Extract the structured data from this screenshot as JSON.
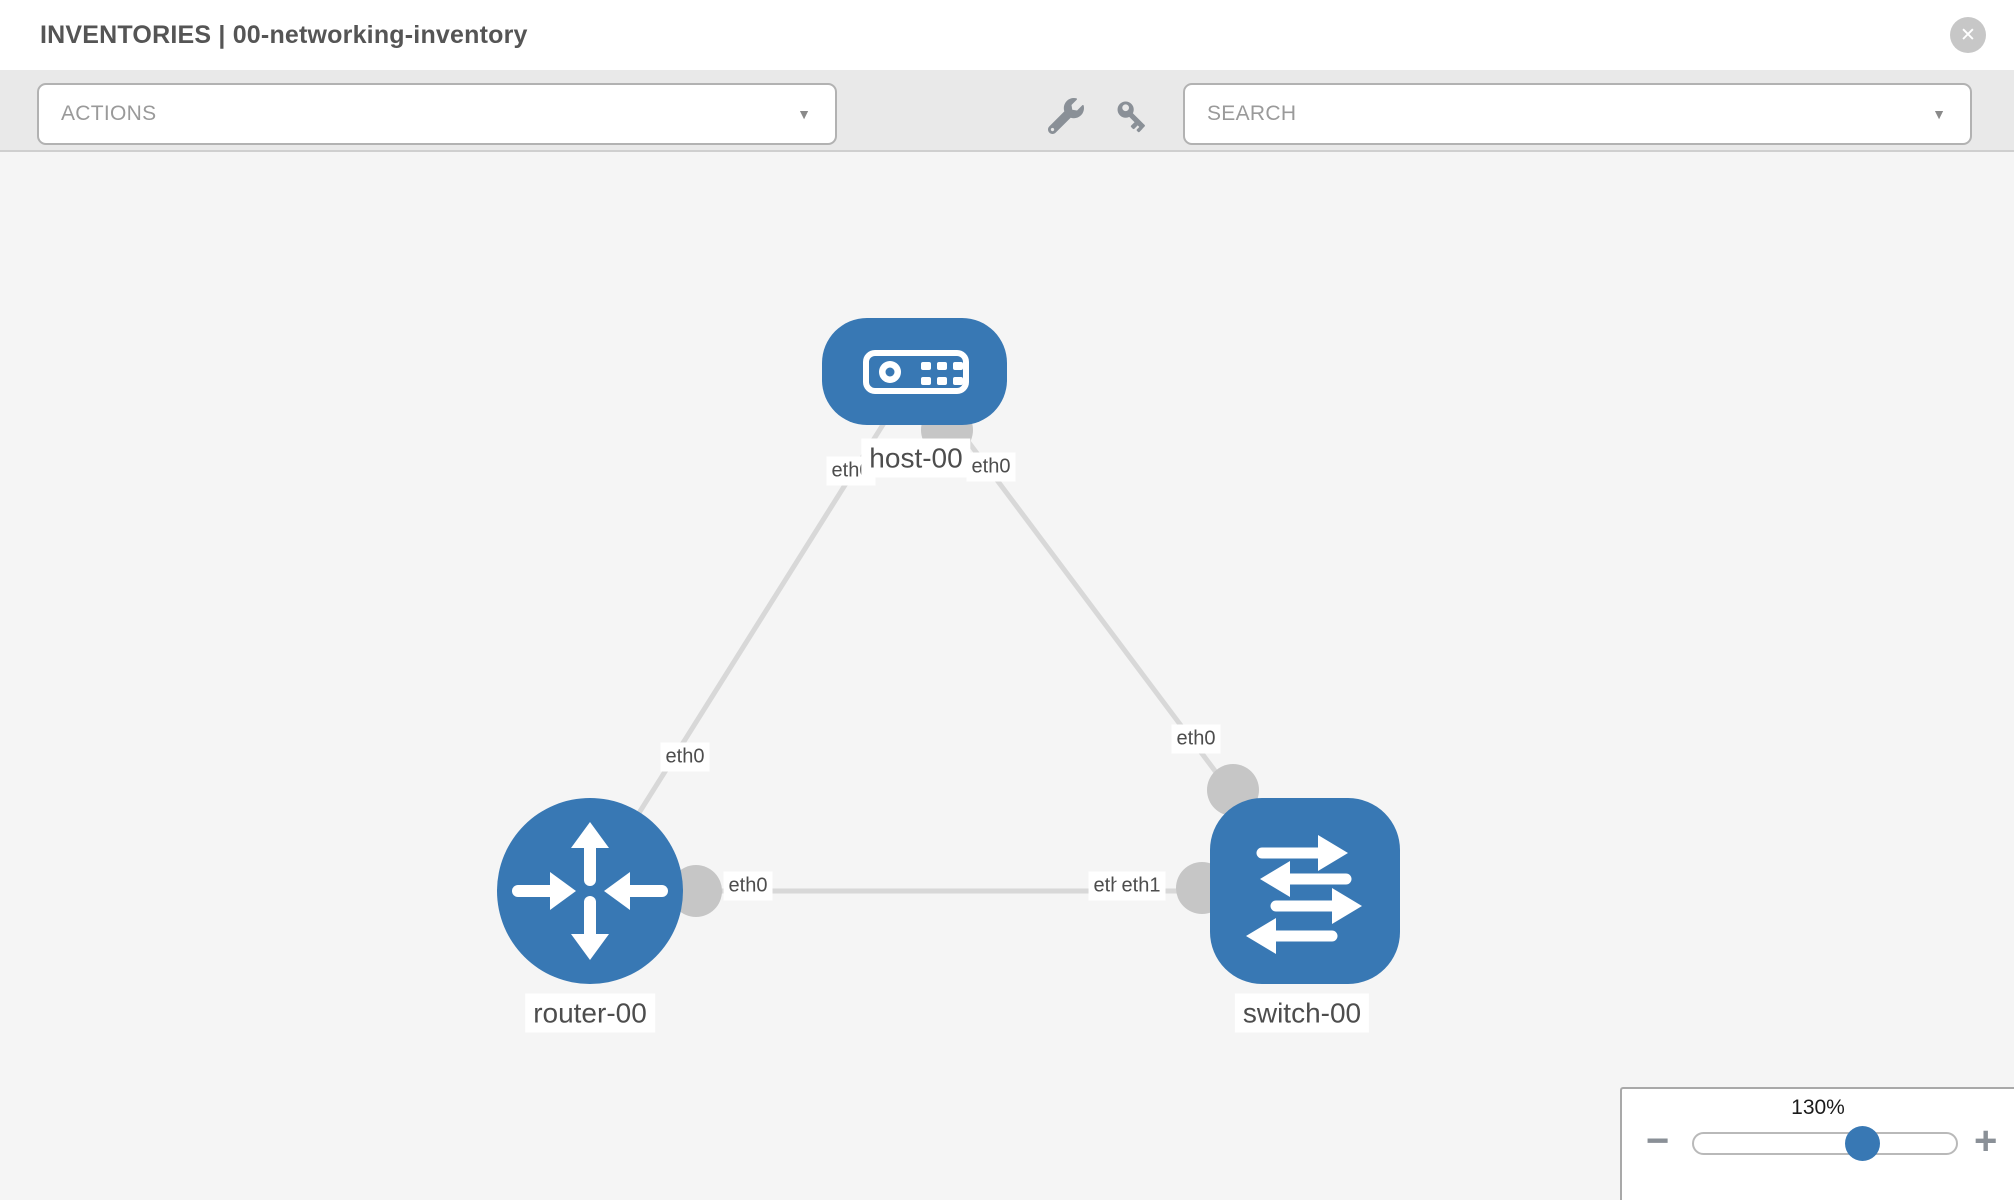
{
  "window": {
    "title": "INVENTORIES | 00-networking-inventory"
  },
  "icons": {
    "close": "✕",
    "chevron_down": "▼",
    "minus": "−",
    "plus": "+",
    "wrench": "wrench-icon",
    "key": "key-icon"
  },
  "toolbar": {
    "actions_label": "ACTIONS",
    "search_label": "SEARCH"
  },
  "topology": {
    "nodes": [
      {
        "id": "host-00",
        "label": "host-00",
        "type": "host"
      },
      {
        "id": "router-00",
        "label": "router-00",
        "type": "router"
      },
      {
        "id": "switch-00",
        "label": "switch-00",
        "type": "switch"
      }
    ],
    "links": [
      {
        "from": "host-00",
        "to": "router-00",
        "from_interface": "eth0",
        "to_interface": "eth0"
      },
      {
        "from": "host-00",
        "to": "switch-00",
        "from_interface": "eth0",
        "to_interface": "eth0"
      },
      {
        "from": "router-00",
        "to": "switch-00",
        "from_interface": "eth0",
        "to_interface": "eth1"
      }
    ],
    "interface_labels": [
      {
        "text": "eth0"
      },
      {
        "text": "eth0"
      },
      {
        "text": "eth0"
      },
      {
        "text": "eth0"
      },
      {
        "text": "eth0"
      },
      {
        "text": "eth0"
      },
      {
        "text": "eth1"
      }
    ]
  },
  "zoom_control": {
    "level": "130%"
  },
  "colors": {
    "node_blue": "#3878b4",
    "link_gray": "#d8d8d8",
    "interface_gray": "#c6c6c6",
    "icon_gray": "#8a9097",
    "toolbar_bg": "#e9e9e9"
  }
}
